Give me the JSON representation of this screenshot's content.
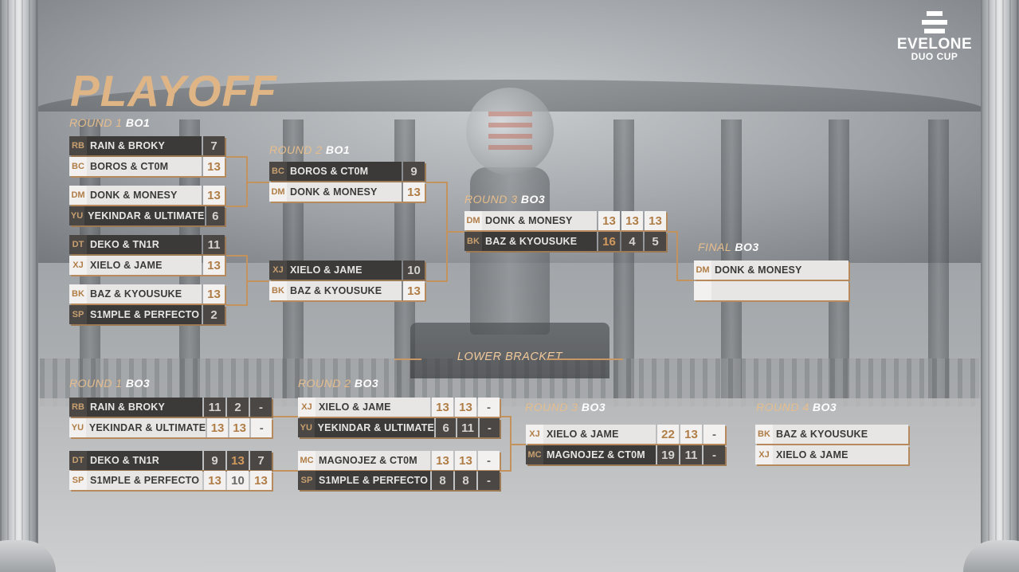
{
  "logo": {
    "name": "EVELONE",
    "sub": "DUO CUP"
  },
  "title": "PLAYOFF",
  "upper": {
    "r1_label": {
      "round": "ROUND 1",
      "fmt": "BO1"
    },
    "r2_label": {
      "round": "ROUND 2",
      "fmt": "BO1"
    },
    "r3_label": {
      "round": "ROUND 3",
      "fmt": "BO3"
    },
    "final_label": {
      "round": "FINAL",
      "fmt": "BO3"
    },
    "r1": [
      {
        "a": {
          "tag": "RB",
          "name": "RAIN & BROKY",
          "scores": [
            "7"
          ]
        },
        "b": {
          "tag": "BC",
          "name": "BOROS & CT0M",
          "scores": [
            "13"
          ]
        }
      },
      {
        "a": {
          "tag": "DM",
          "name": "DONK & MONESY",
          "scores": [
            "13"
          ]
        },
        "b": {
          "tag": "YU",
          "name": "YEKINDAR & ULTIMATE",
          "scores": [
            "6"
          ]
        }
      },
      {
        "a": {
          "tag": "DT",
          "name": "DEKO & TN1R",
          "scores": [
            "11"
          ]
        },
        "b": {
          "tag": "XJ",
          "name": "XIELO & JAME",
          "scores": [
            "13"
          ]
        }
      },
      {
        "a": {
          "tag": "BK",
          "name": "BAZ & KYOUSUKE",
          "scores": [
            "13"
          ]
        },
        "b": {
          "tag": "SP",
          "name": "S1MPLE & PERFECTO",
          "scores": [
            "2"
          ]
        }
      }
    ],
    "r2": [
      {
        "a": {
          "tag": "BC",
          "name": "BOROS & CT0M",
          "scores": [
            "9"
          ]
        },
        "b": {
          "tag": "DM",
          "name": "DONK & MONESY",
          "scores": [
            "13"
          ]
        }
      },
      {
        "a": {
          "tag": "XJ",
          "name": "XIELO & JAME",
          "scores": [
            "10"
          ]
        },
        "b": {
          "tag": "BK",
          "name": "BAZ & KYOUSUKE",
          "scores": [
            "13"
          ]
        }
      }
    ],
    "r3": [
      {
        "a": {
          "tag": "DM",
          "name": "DONK & MONESY",
          "scores": [
            "13",
            "13",
            "13"
          ]
        },
        "b": {
          "tag": "BK",
          "name": "BAZ & KYOUSUKE",
          "scores": [
            "16",
            "4",
            "5"
          ]
        }
      }
    ],
    "final": {
      "a": {
        "tag": "DM",
        "name": "DONK & MONESY"
      },
      "b": {
        "tag": "",
        "name": ""
      }
    }
  },
  "lower": {
    "header": "LOWER BRACKET",
    "r1_label": {
      "round": "ROUND 1",
      "fmt": "BO3"
    },
    "r2_label": {
      "round": "ROUND 2",
      "fmt": "BO3"
    },
    "r3_label": {
      "round": "ROUND 3",
      "fmt": "BO3"
    },
    "r4_label": {
      "round": "ROUND 4",
      "fmt": "BO3"
    },
    "r1": [
      {
        "a": {
          "tag": "RB",
          "name": "RAIN & BROKY",
          "scores": [
            "11",
            "2",
            "-"
          ]
        },
        "b": {
          "tag": "YU",
          "name": "YEKINDAR & ULTIMATE",
          "scores": [
            "13",
            "13",
            "-"
          ]
        }
      },
      {
        "a": {
          "tag": "DT",
          "name": "DEKO & TN1R",
          "scores": [
            "9",
            "13",
            "7"
          ]
        },
        "b": {
          "tag": "SP",
          "name": "S1MPLE & PERFECTO",
          "scores": [
            "13",
            "10",
            "13"
          ]
        }
      }
    ],
    "r2": [
      {
        "a": {
          "tag": "XJ",
          "name": "XIELO & JAME",
          "scores": [
            "13",
            "13",
            "-"
          ]
        },
        "b": {
          "tag": "YU",
          "name": "YEKINDAR & ULTIMATE",
          "scores": [
            "6",
            "11",
            "-"
          ]
        }
      },
      {
        "a": {
          "tag": "MC",
          "name": "MAGNOJEZ & CT0M",
          "scores": [
            "13",
            "13",
            "-"
          ]
        },
        "b": {
          "tag": "SP",
          "name": "S1MPLE & PERFECTO",
          "scores": [
            "8",
            "8",
            "-"
          ]
        }
      }
    ],
    "r3": [
      {
        "a": {
          "tag": "XJ",
          "name": "XIELO & JAME",
          "scores": [
            "22",
            "13",
            "-"
          ]
        },
        "b": {
          "tag": "MC",
          "name": "MAGNOJEZ & CT0M",
          "scores": [
            "19",
            "11",
            "-"
          ]
        }
      }
    ],
    "r4": {
      "a": {
        "tag": "BK",
        "name": "BAZ & KYOUSUKE"
      },
      "b": {
        "tag": "XJ",
        "name": "XIELO & JAME"
      }
    }
  }
}
